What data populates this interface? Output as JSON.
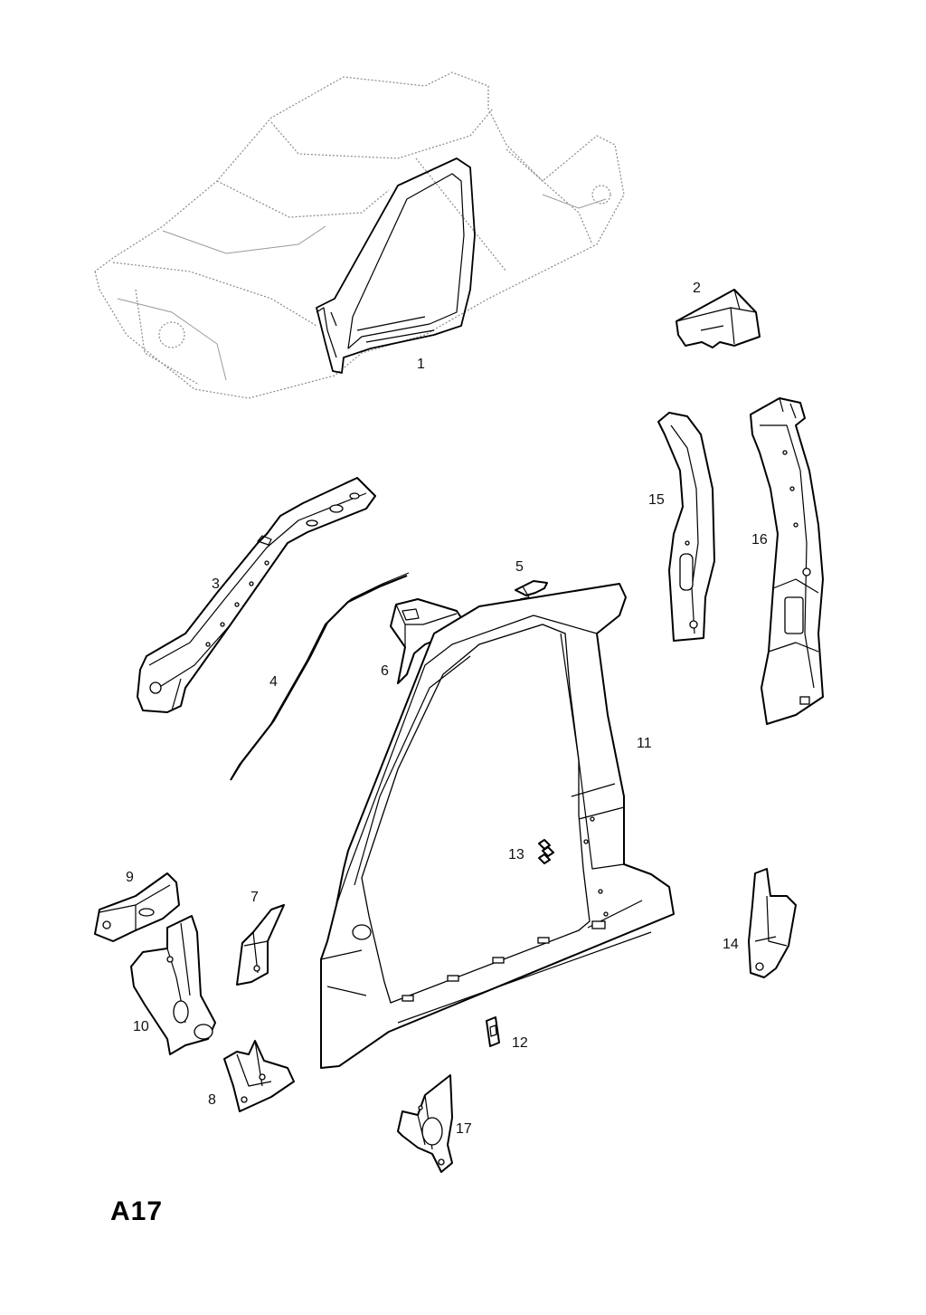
{
  "diagram": {
    "page_code": "A17",
    "colors": {
      "line": "#000000",
      "ghost": "#8a8a8a",
      "background": "#ffffff"
    },
    "parts": [
      {
        "id": "1",
        "label": "1"
      },
      {
        "id": "2",
        "label": "2"
      },
      {
        "id": "3",
        "label": "3"
      },
      {
        "id": "4",
        "label": "4"
      },
      {
        "id": "5",
        "label": "5"
      },
      {
        "id": "6",
        "label": "6"
      },
      {
        "id": "7",
        "label": "7"
      },
      {
        "id": "8",
        "label": "8"
      },
      {
        "id": "9",
        "label": "9"
      },
      {
        "id": "10",
        "label": "10"
      },
      {
        "id": "11",
        "label": "11"
      },
      {
        "id": "12",
        "label": "12"
      },
      {
        "id": "13",
        "label": "13"
      },
      {
        "id": "14",
        "label": "14"
      },
      {
        "id": "15",
        "label": "15"
      },
      {
        "id": "16",
        "label": "16"
      },
      {
        "id": "17",
        "label": "17"
      }
    ]
  }
}
